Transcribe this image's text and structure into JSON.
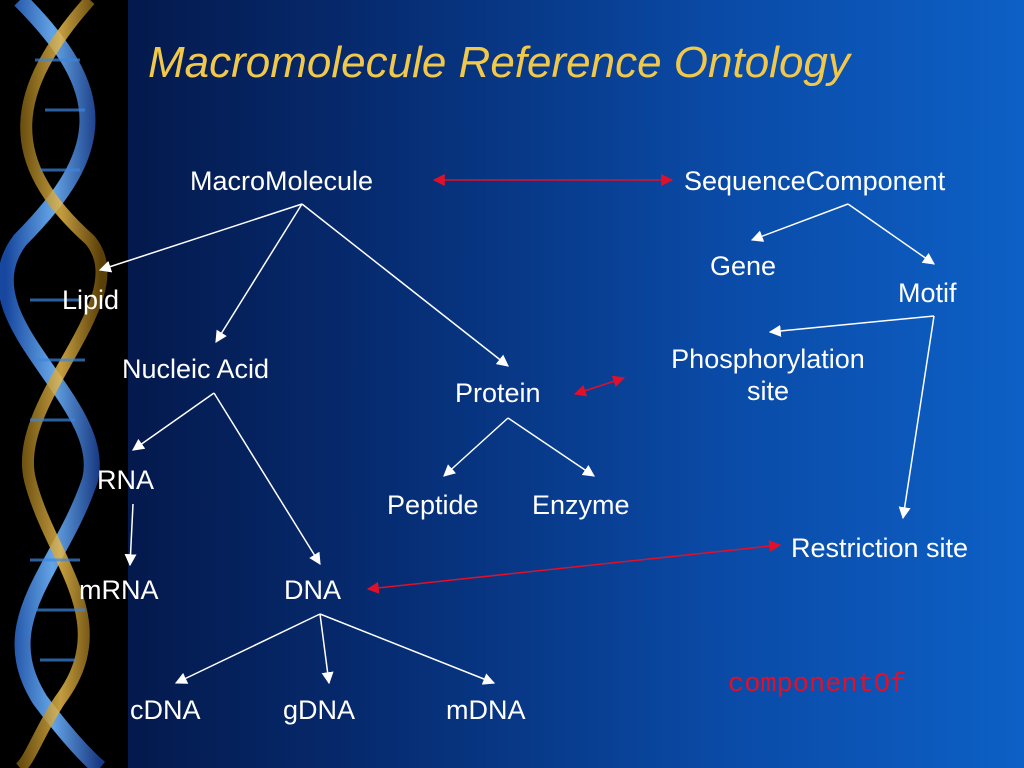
{
  "title": "Macromolecule Reference Ontology",
  "nodes": {
    "macromolecule": "MacroMolecule",
    "sequence_component": "SequenceComponent",
    "lipid": "Lipid",
    "nucleic_acid": "Nucleic Acid",
    "protein": "Protein",
    "gene": "Gene",
    "motif": "Motif",
    "phosphorylation_site_line1": "Phosphorylation",
    "phosphorylation_site_line2": "site",
    "rna": "RNA",
    "mrna": "mRNA",
    "dna": "DNA",
    "peptide": "Peptide",
    "enzyme": "Enzyme",
    "restriction_site": "Restriction site",
    "cdna": "cDNA",
    "gdna": "gDNA",
    "mdna": "mDNA"
  },
  "legend": {
    "component_of": "componentOf"
  },
  "colors": {
    "title": "#f2c84b",
    "node_text": "#ffffff",
    "subclass_edge": "#ffffff",
    "component_of_edge": "#e0102a"
  }
}
